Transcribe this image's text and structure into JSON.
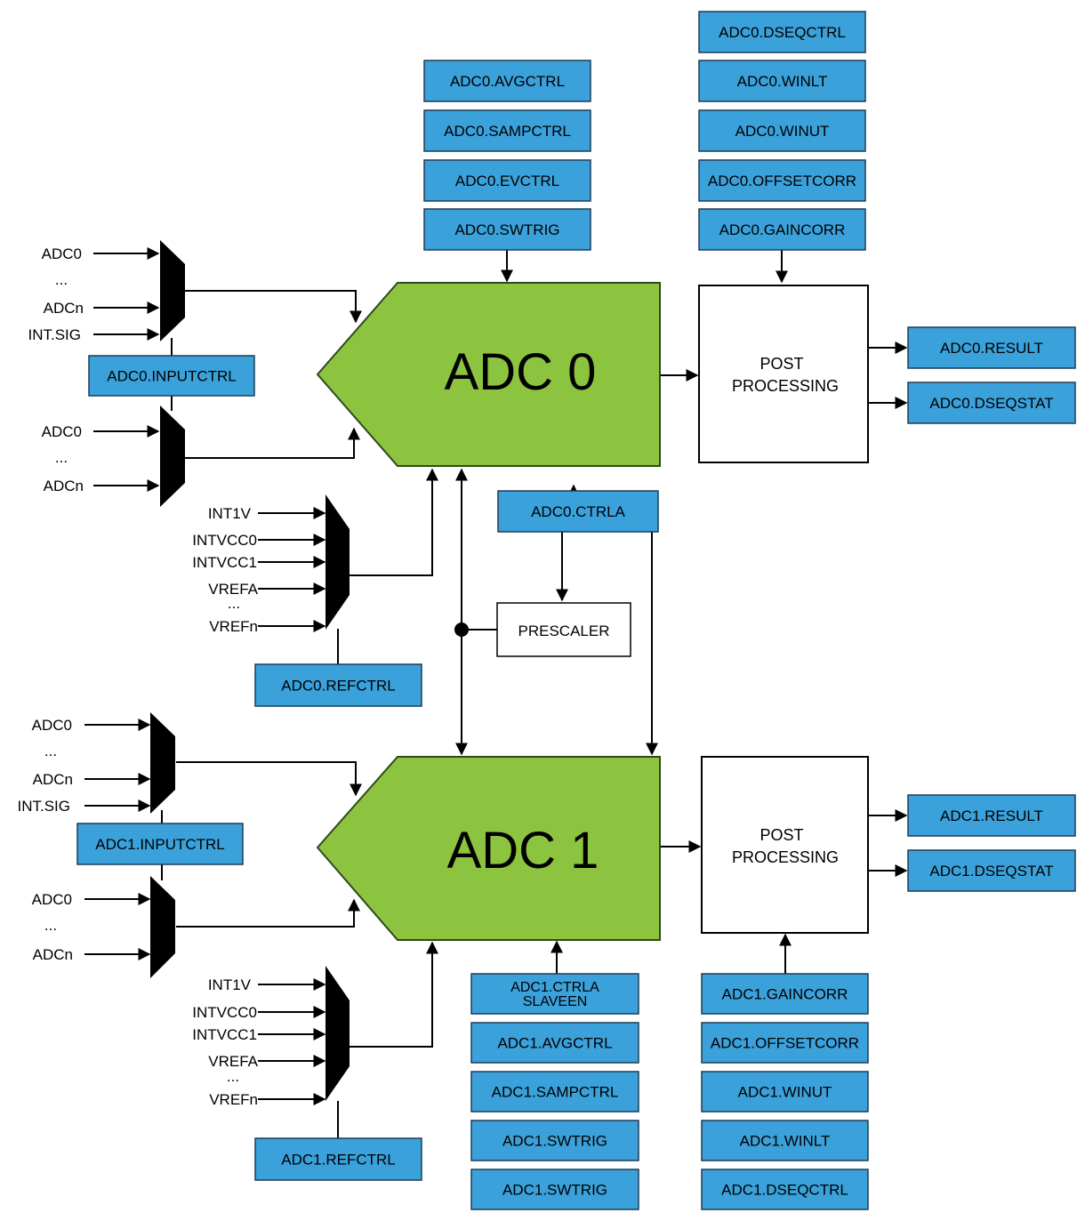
{
  "colors": {
    "register_fill": "#3aa1db",
    "register_stroke": "#1f3b57",
    "adc_fill": "#8cc43f",
    "adc_stroke": "#2c4a1a",
    "mux_fill": "#000000",
    "line": "#000000"
  },
  "adc0": {
    "title": "ADC 0",
    "post_processing": [
      "POST",
      "PROCESSING"
    ],
    "registers": {
      "avgctrl": "ADC0.AVGCTRL",
      "sampctrl": "ADC0.SAMPCTRL",
      "evctrl": "ADC0.EVCTRL",
      "swtrig": "ADC0.SWTRIG",
      "dseqctrl": "ADC0.DSEQCTRL",
      "winlt": "ADC0.WINLT",
      "winut": "ADC0.WINUT",
      "offsetcorr": "ADC0.OFFSETCORR",
      "gaincorr": "ADC0.GAINCORR",
      "result": "ADC0.RESULT",
      "dseqstat": "ADC0.DSEQSTAT",
      "inputctrl": "ADC0.INPUTCTRL",
      "refctrl": "ADC0.REFCTRL",
      "ctrla": "ADC0.CTRLA"
    },
    "mux_top_inputs": [
      "ADC0",
      "...",
      "ADCn",
      "INT.SIG"
    ],
    "mux_bottom_inputs": [
      "ADC0",
      "...",
      "ADCn"
    ],
    "ref_inputs": [
      "INT1V",
      "INTVCC0",
      "INTVCC1",
      "VREFA",
      "...",
      "VREFn"
    ]
  },
  "adc1": {
    "title": "ADC 1",
    "post_processing": [
      "POST",
      "PROCESSING"
    ],
    "registers": {
      "ctrla_slaveen": [
        "ADC1.CTRLA",
        "SLAVEEN"
      ],
      "avgctrl": "ADC1.AVGCTRL",
      "sampctrl": "ADC1.SAMPCTRL",
      "swtrig_1": "ADC1.SWTRIG",
      "swtrig_2": "ADC1.SWTRIG",
      "gaincorr": "ADC1.GAINCORR",
      "offsetcorr": "ADC1.OFFSETCORR",
      "winut": "ADC1.WINUT",
      "winlt": "ADC1.WINLT",
      "dseqctrl": "ADC1.DSEQCTRL",
      "result": "ADC1.RESULT",
      "dseqstat": "ADC1.DSEQSTAT",
      "inputctrl": "ADC1.INPUTCTRL",
      "refctrl": "ADC1.REFCTRL"
    },
    "mux_top_inputs": [
      "ADC0",
      "...",
      "ADCn",
      "INT.SIG"
    ],
    "mux_bottom_inputs": [
      "ADC0",
      "...",
      "ADCn"
    ],
    "ref_inputs": [
      "INT1V",
      "INTVCC0",
      "INTVCC1",
      "VREFA",
      "...",
      "VREFn"
    ]
  },
  "prescaler": "PRESCALER"
}
